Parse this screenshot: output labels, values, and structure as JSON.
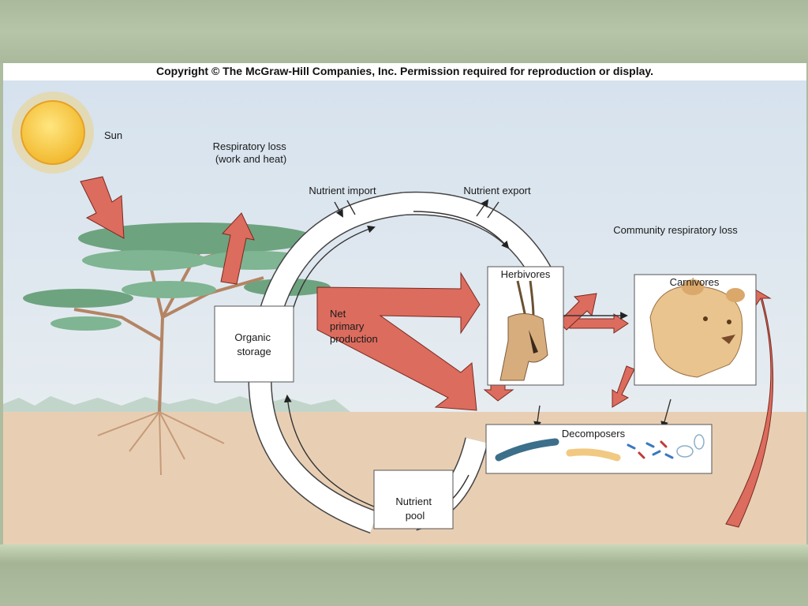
{
  "header": {
    "copyright": "Copyright © The McGraw-Hill Companies, Inc. Permission required for reproduction or display."
  },
  "diagram": {
    "sun": "Sun",
    "respiratory_loss": [
      "Respiratory loss",
      "(work and heat)"
    ],
    "nutrient_import": "Nutrient import",
    "nutrient_export": "Nutrient export",
    "community_respiratory_loss": "Community respiratory loss",
    "herbivores": "Herbivores",
    "carnivores": "Carnivores",
    "organic_storage": [
      "Organic",
      "storage"
    ],
    "net_primary_production": [
      "Net",
      "primary",
      "production"
    ],
    "decomposers": "Decomposers",
    "nutrient_pool": [
      "Nutrient",
      "pool"
    ]
  },
  "colors": {
    "energy_arrow": "#dc6c5e",
    "sky": "#dfe7f0",
    "ground": "#e8cfb4",
    "frame_band": "#aebca0"
  }
}
